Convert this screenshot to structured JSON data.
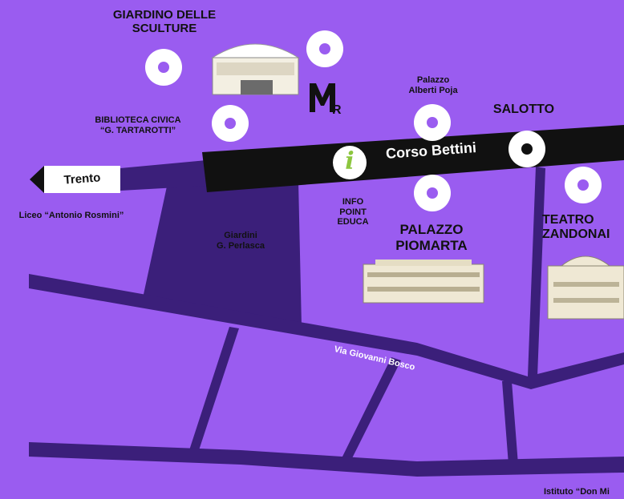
{
  "map": {
    "main_street": "Corso Bettini",
    "secondary_street": "Via Giovanni Bosco",
    "direction_sign": "Trento",
    "places": {
      "giardino_sculture": "GIARDINO DELLE\nSCULTURE",
      "biblioteca": "BIBLIOTECA CIVICA\n“G. TARTAROTTI”",
      "palazzo_alberti": "Palazzo\nAlberti Poja",
      "salotto": "SALOTTO",
      "liceo": "Liceo “Antonio Rosmini”",
      "giardini_perlasca": "Giardini\nG. Perlasca",
      "info_point": "INFO\nPOINT\nEDUCA",
      "palazzo_piomarta": "PALAZZO\nPIOMARTA",
      "teatro": "TEATRO\nZANDONAI",
      "istituto": "Istituto “Don Mi"
    },
    "colors": {
      "background": "#9a5cf0",
      "streets": "#3b1f7a",
      "main_street": "#111111",
      "info_icon": "#8cc63e"
    },
    "icons": [
      "location-marker-icon",
      "info-icon",
      "mart-logo",
      "building-illustration"
    ]
  }
}
